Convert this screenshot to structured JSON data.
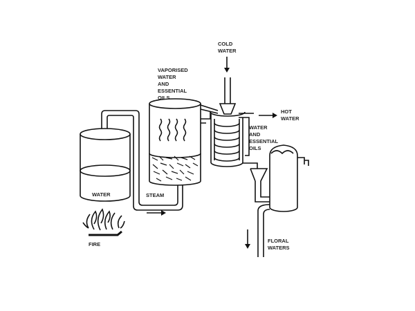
{
  "labels": {
    "cold_water": [
      "COLD",
      "WATER"
    ],
    "vaporised": [
      "VAPORISED",
      "WATER",
      "AND",
      "ESSENTIAL",
      "OILS"
    ],
    "hot_water": [
      "HOT",
      "WATER"
    ],
    "water_oils": [
      "WATER",
      "AND",
      "ESSENTIAL",
      "OILS"
    ],
    "water": "WATER",
    "steam": "STEAM",
    "fire": "FIRE",
    "floral_waters": [
      "FLORAL",
      "WATERS"
    ]
  },
  "colors": {
    "ink": "#111111",
    "background": "#ffffff"
  }
}
